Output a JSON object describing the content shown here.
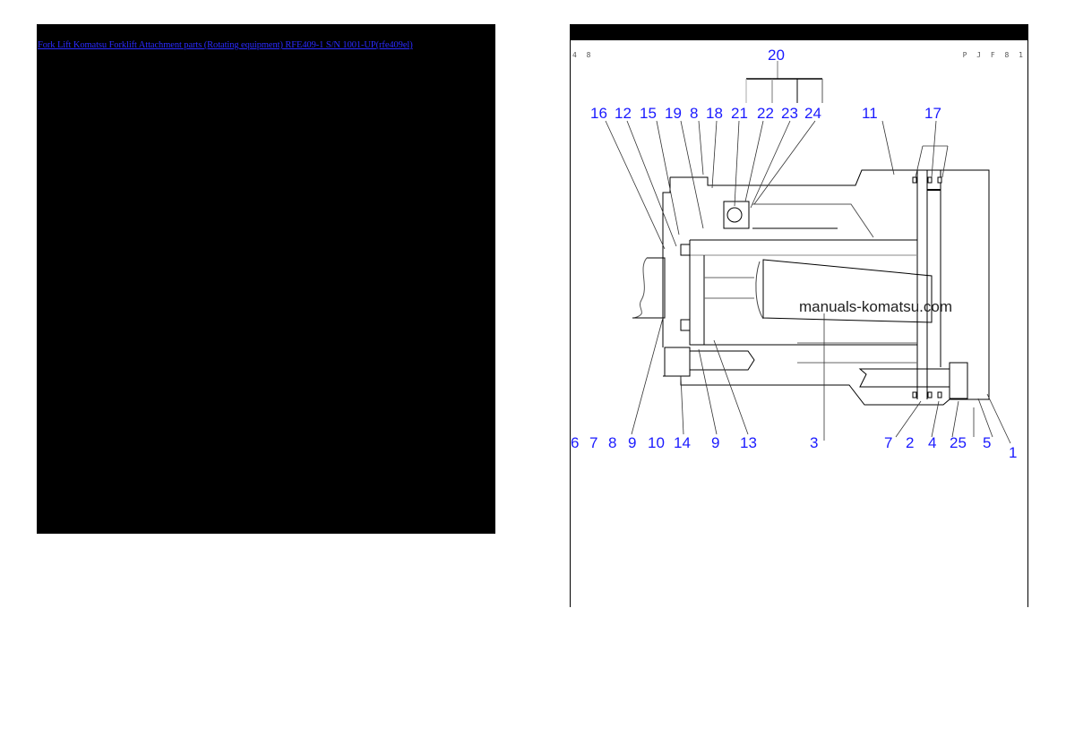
{
  "left_panel": {
    "link_text": "Fork Lift Komatsu Forklift Attachment parts (Rotating equipment) RFE409-1 S/N 1001-UP(rfe409el)",
    "link_color": "#2a2aff",
    "background": "#000000"
  },
  "diagram": {
    "corner_left": "4 8",
    "corner_right": "P J F 8 1",
    "watermark": "manuals-komatsu.com",
    "callout_color": "#1a1aff",
    "top_callouts": {
      "c20": "20",
      "c16": "16",
      "c12": "12",
      "c15": "15",
      "c19": "19",
      "c8": "8",
      "c18": "18",
      "c21": "21",
      "c22": "22",
      "c23": "23",
      "c24": "24",
      "c11": "11",
      "c17": "17"
    },
    "bottom_callouts": {
      "c6": "6",
      "c7a": "7",
      "c8": "8",
      "c9a": "9",
      "c10": "10",
      "c14": "14",
      "c9b": "9",
      "c13": "13",
      "c3": "3",
      "c7b": "7",
      "c2": "2",
      "c4": "4",
      "c25": "25",
      "c5": "5",
      "c1": "1"
    }
  }
}
